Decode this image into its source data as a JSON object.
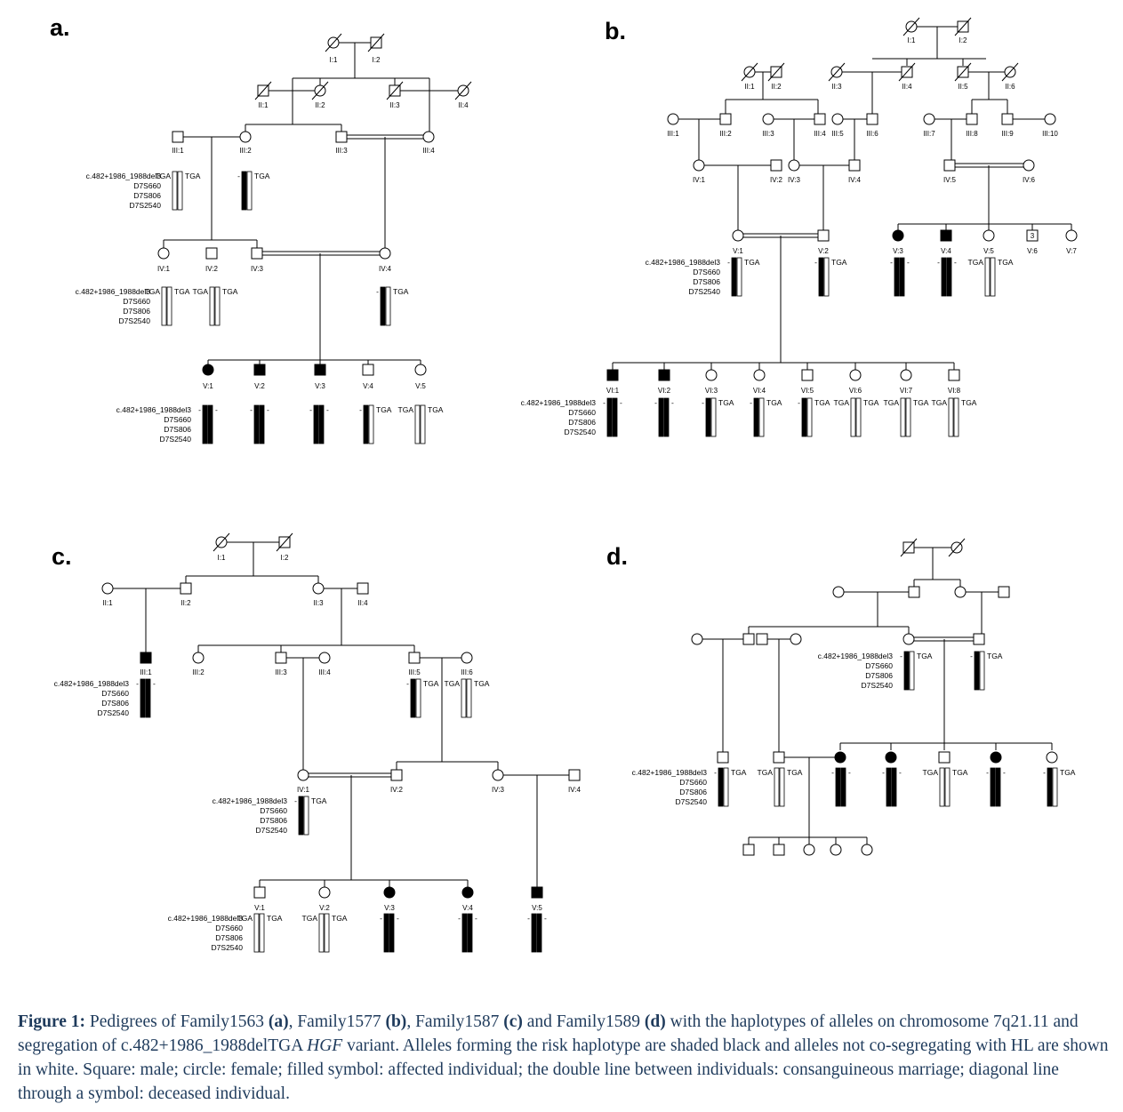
{
  "panels": {
    "a": "a.",
    "b": "b.",
    "c": "c.",
    "d": "d."
  },
  "markers": [
    "c.482+1986_1988del3",
    "D7S660",
    "D7S806",
    "D7S2540"
  ],
  "tga": "TGA",
  "dash": "-",
  "ids": {
    "a": [
      "I:1",
      "I:2",
      "II:1",
      "II:2",
      "II:3",
      "II:4",
      "III:1",
      "III:2",
      "III:3",
      "III:4",
      "IV:1",
      "IV:2",
      "IV:3",
      "IV:4",
      "V:1",
      "V:2",
      "V:3",
      "V:4",
      "V:5"
    ],
    "b": [
      "I:1",
      "I:2",
      "II:1",
      "II:2",
      "II:3",
      "II:4",
      "II:5",
      "II:6",
      "III:1",
      "III:2",
      "III:3",
      "III:4",
      "III:5",
      "III:6",
      "III:7",
      "III:8",
      "III:9",
      "III:10",
      "IV:1",
      "IV:2",
      "IV:3",
      "IV:4",
      "IV:5",
      "IV:6",
      "V:1",
      "V:2",
      "V:3",
      "V:4",
      "V:5",
      "V:6",
      "V:7",
      "VI:1",
      "VI:2",
      "VI:3",
      "VI:4",
      "VI:5",
      "VI:6",
      "VI:7",
      "VI:8"
    ],
    "c": [
      "I:1",
      "I:2",
      "II:1",
      "II:2",
      "II:3",
      "II:4",
      "III:1",
      "III:2",
      "III:3",
      "III:4",
      "III:5",
      "III:6",
      "IV:1",
      "IV:2",
      "IV:3",
      "IV:4",
      "V:1",
      "V:2",
      "V:3",
      "V:4",
      "V:5"
    ]
  },
  "sibship_number": "3",
  "caption": {
    "label": "Figure 1:",
    "t1": " Pedigrees of Family1563 ",
    "a": "(a)",
    "t2": ", Family1577 ",
    "b": "(b)",
    "t3": ", Family1587 ",
    "c": "(c)",
    "t4": " and Family1589 ",
    "d": "(d)",
    "t5": " with the haplotypes of alleles on chromosome 7q21.11 and segregation of c.482+1986_1988delTGA ",
    "gene": "HGF",
    "t6": " variant. Alleles forming the risk haplotype are shaded black and alleles not co-segregating with HL are shown in white. Square: male; circle: female; filled symbol: affected individual; the double line between individuals: consanguineous marriage; diagonal line through a symbol: deceased individual."
  }
}
